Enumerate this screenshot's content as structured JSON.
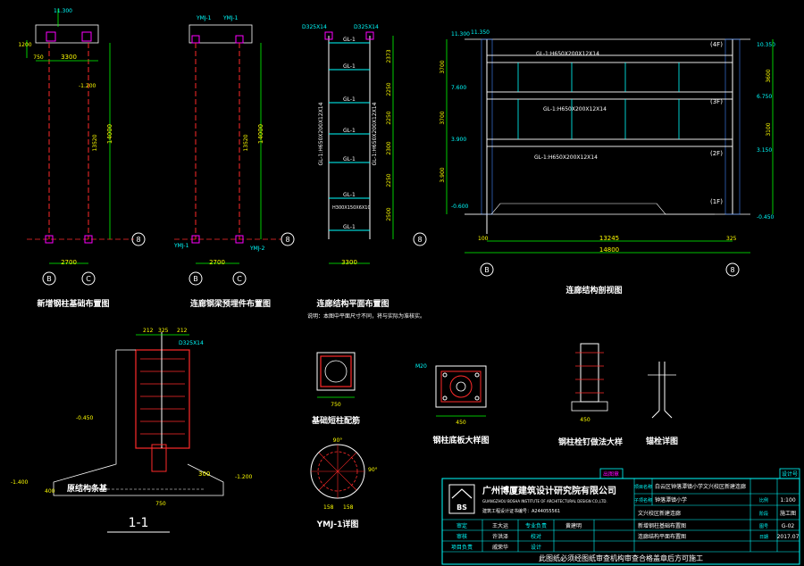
{
  "titles": {
    "foundation_plan": "新增钢柱基础布置图",
    "embed_plan": "连廊钢梁预埋件布置图",
    "floor_plan": "连廊结构平面布置图",
    "section_view": "连廊结构剖视图",
    "section_1_1": "1-1",
    "cap_rebar": "基础短柱配筋",
    "ymj_detail": "YMJ-1详图",
    "base_plate": "钢柱底板大样图",
    "stud_detail": "钢柱栓钉做法大样",
    "anchor_detail": "锚栓详图"
  },
  "notes": {
    "floor_plan_note": "说明：本图中平面尺寸不同，将与实际为准核实。",
    "pile_cap_label": "原结构条基"
  },
  "grid_labels": {
    "b": "B",
    "c": "C",
    "eight": "8"
  },
  "dims": {
    "d2700": "2700",
    "d3300": "3300",
    "d750": "750",
    "d1200": "1200",
    "d14000": "14000",
    "d13245": "13245",
    "d14800": "14800",
    "d13520": "13520",
    "d100": "100",
    "d325": "325",
    "d212": "212",
    "d300": "300",
    "d450": "450",
    "d400": "400",
    "d158": "158",
    "d90": "90°",
    "d3700": "3700",
    "d3600": "3600",
    "d3100": "3100",
    "d2250": "2250",
    "d2373": "2373",
    "d2300": "2300",
    "d2500": "2500"
  },
  "elevations": {
    "e11300": "11.300",
    "e11350": "11.350",
    "e10350": "10.350",
    "e7600": "7.600",
    "e6750": "6.750",
    "e3900": "3.900",
    "e3150": "3.150",
    "em0450": "-0.450",
    "em0600": "-0.600",
    "em1200": "-1.200",
    "em1400": "-1.400"
  },
  "floors": {
    "f4": "(4F)",
    "f3": "(3F)",
    "f2": "(2F)",
    "f1": "(1F)"
  },
  "members": {
    "gl1": "GL-1",
    "gl1_spec": "GL-1:H650X200X12X14",
    "gl1_vert": "GL-1:H650X200X12X14",
    "h300": "H300X150X6X10",
    "d325": "D325X14",
    "ymj1": "YMJ-1",
    "ymj2": "YMJ-2",
    "m20": "M20"
  },
  "title_block": {
    "company_cn": "广州博厦建筑设计研究院有限公司",
    "company_en": "GUANGZHOU BOSHA INSTITUTE OF ARCHITECTURAL DESIGN CO.,LTD.",
    "cert": "建筑工程设计证书编号：A244055561",
    "logo": "BS",
    "project_label": "项目名称",
    "project": "白云区钟落潭镇小学文兴校区新建连廊",
    "sub_label": "子项名称",
    "sub": "钟落潭镇小学",
    "drawing_label": "图名",
    "drawing1": "文兴校区新建连廊",
    "drawing2": "新增钢柱基础布置图",
    "drawing3": "连廊结构平面布置图",
    "scale_label": "比例",
    "scale": "1:100",
    "stage_label": "阶段",
    "stage": "施工图",
    "no_label": "图号",
    "no": "G-02",
    "date_label": "日期",
    "date": "2017.07",
    "design_no": "设计号",
    "approve": "审定",
    "audit": "审核",
    "proj_lead": "项目负责",
    "spec_lead": "专业负责",
    "check": "校对",
    "design": "设计",
    "name1": "王大运",
    "name2": "许洪泽",
    "name3": "戚荣华",
    "name4": "黄建明",
    "stamp": "出图章",
    "bottom_note": "此图纸必须经图纸审查机构审查合格盖章后方可施工"
  },
  "colors": {
    "bg": "#000000",
    "red": "#ff2a2a",
    "yellow": "#ffff00",
    "green": "#00ff00",
    "cyan": "#00ffff",
    "magenta": "#ff00ff",
    "white": "#ffffff",
    "blue": "#4488ff"
  }
}
